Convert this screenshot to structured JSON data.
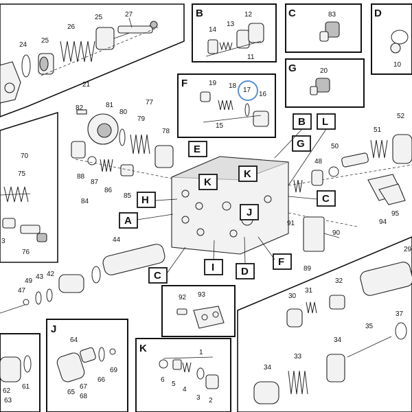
{
  "insets": [
    {
      "letter": "B",
      "parts": [
        "14",
        "13",
        "12",
        "11"
      ]
    },
    {
      "letter": "C",
      "parts": [
        "83"
      ]
    },
    {
      "letter": "D",
      "parts": [
        "10"
      ]
    },
    {
      "letter": "F",
      "parts": [
        "19",
        "18",
        "17",
        "16",
        "15"
      ]
    },
    {
      "letter": "G",
      "parts": [
        "20"
      ]
    },
    {
      "letter": "J",
      "parts": [
        "64",
        "69",
        "66",
        "65",
        "67",
        "68"
      ]
    },
    {
      "letter": "K",
      "parts": [
        "1",
        "6",
        "5",
        "4",
        "3",
        "2"
      ]
    }
  ],
  "callouts": [
    "B",
    "L",
    "E",
    "G",
    "K",
    "K",
    "H",
    "C",
    "A",
    "J",
    "C",
    "I",
    "D",
    "F"
  ],
  "parts": {
    "top_left": [
      "27",
      "25",
      "26",
      "25",
      "24",
      "21"
    ],
    "left_inset": [
      "70",
      "75",
      "3",
      "76"
    ],
    "center_upper": [
      "82",
      "81",
      "80",
      "77",
      "79",
      "78",
      "88",
      "87",
      "86",
      "85",
      "84"
    ],
    "right_upper": [
      "52",
      "51",
      "50",
      "48",
      "95",
      "94",
      "91",
      "90",
      "89"
    ],
    "center_lower": [
      "44",
      "42",
      "49",
      "43",
      "47",
      "92",
      "93"
    ],
    "bottom_left": [
      "62",
      "61",
      "63"
    ],
    "bottom_right": [
      "29",
      "30",
      "31",
      "32",
      "35",
      "37",
      "34",
      "33",
      "34"
    ]
  },
  "highlighted_part": "17",
  "colors": {
    "line": "#111111",
    "highlight": "#5a8fd0"
  }
}
